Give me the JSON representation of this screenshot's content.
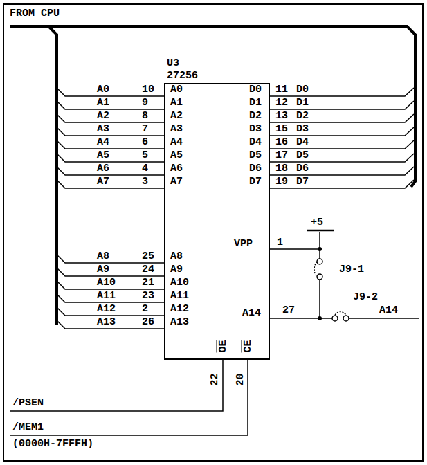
{
  "diagram": {
    "nodes": [
      {
        "text": [
          "U3",
          "27256"
        ]
      }
    ],
    "edges": [],
    "labels": [
      "FROM CPU",
      "A0",
      "10",
      "A1",
      "9",
      "A2",
      "8",
      "A3",
      "7",
      "A4",
      "6",
      "A5",
      "5",
      "A6",
      "4",
      "A7",
      "3",
      "A0",
      "A1",
      "A2",
      "A3",
      "A4",
      "A5",
      "A6",
      "A7",
      "D0",
      "D1",
      "D2",
      "D3",
      "D4",
      "D5",
      "D6",
      "D7",
      "11",
      "D0",
      "12",
      "D1",
      "13",
      "D2",
      "15",
      "D3",
      "16",
      "D4",
      "17",
      "D5",
      "18",
      "D6",
      "19",
      "D7",
      "VPP",
      "1",
      "+5",
      "J9-1",
      "A14",
      "27",
      "J9-2",
      "A14",
      "A8",
      "25",
      "A9",
      "24",
      "A10",
      "21",
      "A11",
      "23",
      "A12",
      "2",
      "A13",
      "26",
      "A8",
      "A9",
      "A10",
      "A11",
      "A12",
      "A13",
      "OE",
      "CE",
      "22",
      "20",
      "/PSEN",
      "/MEM1",
      "(0000H-7FFFH)"
    ]
  }
}
